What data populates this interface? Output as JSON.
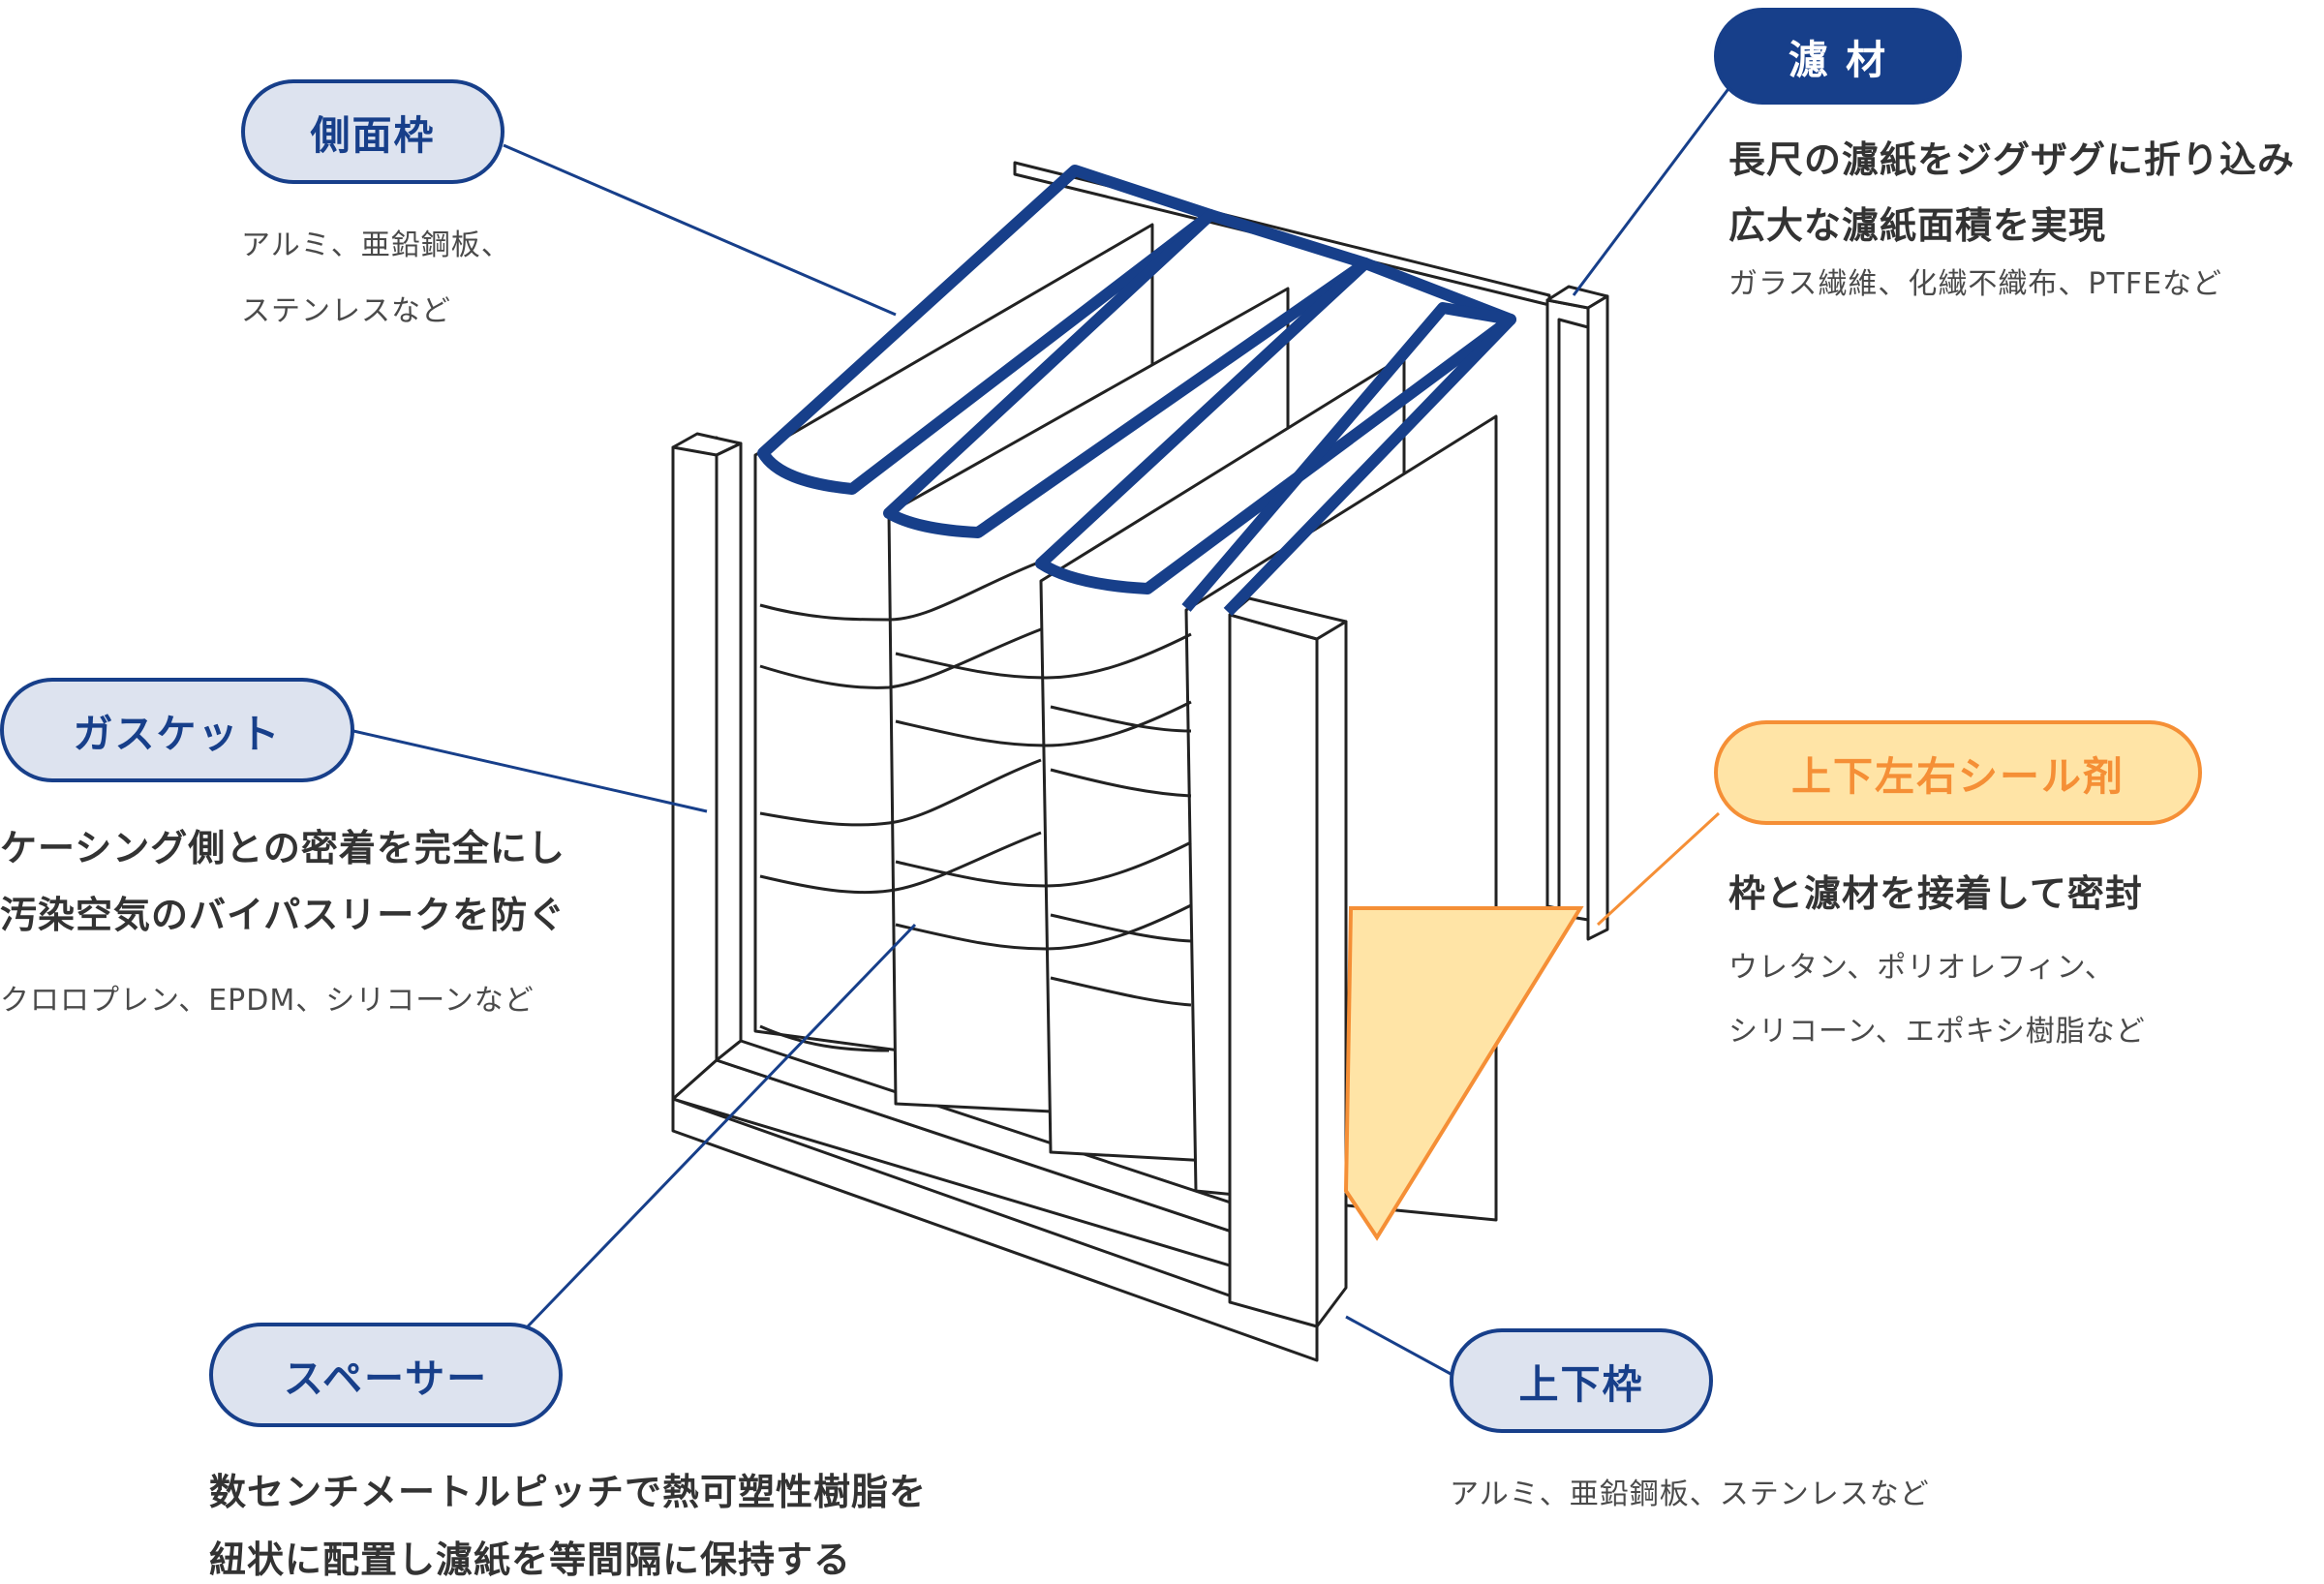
{
  "labels": {
    "side_frame": {
      "title": "側面枠",
      "materials_line1": "アルミ、亜鉛鋼板、",
      "materials_line2": "ステンレスなど"
    },
    "filter_media": {
      "title": "濾 材",
      "desc_line1": "長尺の濾紙をジグザグに折り込み",
      "desc_line2": "広大な濾紙面積を実現",
      "materials": "ガラス繊維、化繊不織布、PTFEなど"
    },
    "gasket": {
      "title": "ガスケット",
      "desc_line1": "ケーシング側との密着を完全にし",
      "desc_line2": "汚染空気のバイパスリークを防ぐ",
      "materials": "クロロプレン、EPDM、シリコーンなど"
    },
    "sealant": {
      "title": "上下左右シール剤",
      "desc": "枠と濾材を接着して密封",
      "materials_line1": "ウレタン、ポリオレフィン、",
      "materials_line2": "シリコーン、エポキシ樹脂など"
    },
    "spacer": {
      "title": "スペーサー",
      "desc_line1": "数センチメートルピッチで熱可塑性樹脂を",
      "desc_line2": "紐状に配置し濾紙を等間隔に保持する"
    },
    "top_bottom_frame": {
      "title": "上下枠",
      "materials": "アルミ、亜鉛鋼板、ステンレスなど"
    }
  },
  "colors": {
    "navy": "#173f8a",
    "pill_light": "#dde3ef",
    "orange": "#f58f36",
    "orange_fill": "#ffe4a6",
    "line_art": "#222222"
  }
}
